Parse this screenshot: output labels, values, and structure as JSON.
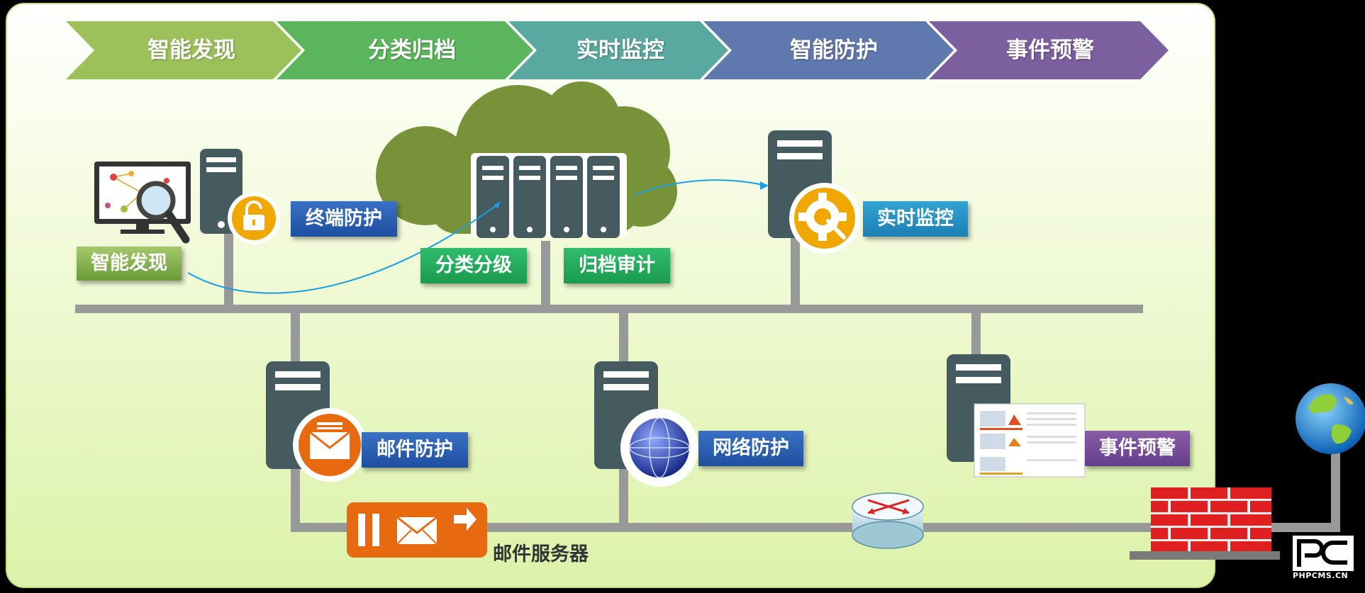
{
  "flow_steps": [
    "智能发现",
    "分类归档",
    "实时监控",
    "智能防护",
    "事件预警"
  ],
  "nodes": {
    "discovery": "智能发现",
    "terminal": "终端防护",
    "classify": "分类分级",
    "archive": "归档审计",
    "monitor": "实时监控",
    "mail_protect": "邮件防护",
    "network_protect": "网络防护",
    "alert": "事件预警",
    "mail_server": "邮件服务器"
  },
  "watermark": "PHPCMS.CN",
  "colors": {
    "step1": "#9cc15a",
    "step2": "#5bb55c",
    "step3": "#5aa9a0",
    "step4": "#5f78ae",
    "step5": "#7c5f9f",
    "server": "#455b60",
    "bus": "#999999",
    "firewall": "#e02020",
    "mail_orange": "#e86a10",
    "flow_line": "#1aa0e0"
  }
}
